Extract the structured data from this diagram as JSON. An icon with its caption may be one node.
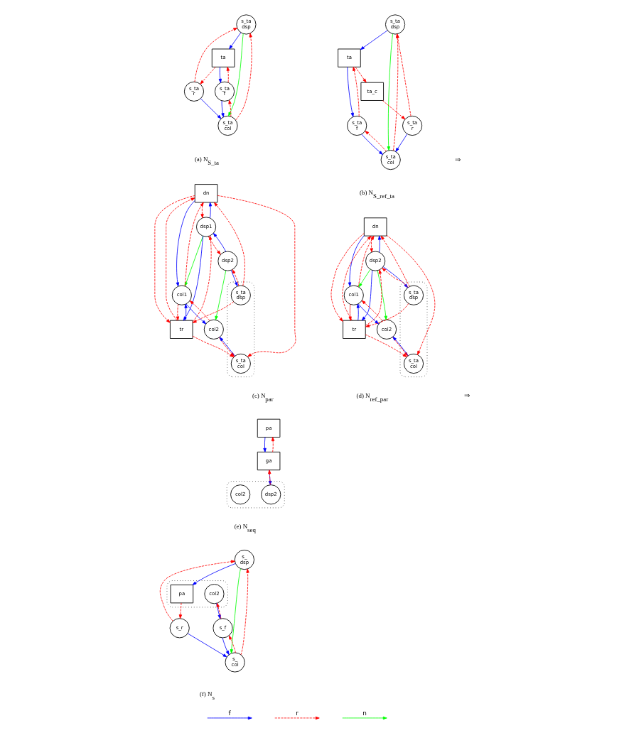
{
  "diagram": {
    "nodes": [
      {
        "text": [
          "s_ta dsp"
        ]
      },
      {
        "text": [
          "ta"
        ]
      },
      {
        "text": [
          "s_ta f"
        ]
      },
      {
        "text": [
          "s_ta r"
        ]
      },
      {
        "text": [
          "s_ta col"
        ]
      },
      {
        "text": [
          "s_ta dsp"
        ]
      },
      {
        "text": [
          "ta"
        ]
      },
      {
        "text": [
          "s_ta f"
        ]
      },
      {
        "text": [
          "ta_c"
        ]
      },
      {
        "text": [
          "s_ta r"
        ]
      },
      {
        "text": [
          "s_ta col"
        ]
      },
      {
        "text": [
          "dn"
        ]
      },
      {
        "text": [
          "dsp1"
        ]
      },
      {
        "text": [
          "col1"
        ]
      },
      {
        "text": [
          "dsp2"
        ]
      },
      {
        "text": [
          "tr"
        ]
      },
      {
        "text": [
          "col2"
        ]
      },
      {
        "text": [],
        "shape": "ellipse"
      },
      {
        "text": [
          "s_ta dsp"
        ],
        "in": 17
      },
      {
        "text": [
          "s_ta col"
        ],
        "in": 17
      },
      {
        "text": [
          "dn"
        ]
      },
      {
        "text": [
          "col1"
        ]
      },
      {
        "text": [
          "dsp2"
        ]
      },
      {
        "text": [
          "tr"
        ]
      },
      {
        "text": [
          "col2"
        ]
      },
      {
        "text": [],
        "shape": "ellipse"
      },
      {
        "text": [
          "s_ta dsp"
        ],
        "in": 25
      },
      {
        "text": [
          "s_ta col"
        ],
        "in": 25
      },
      {
        "text": [
          "pa"
        ]
      },
      {
        "text": [
          "ga"
        ]
      },
      {
        "text": [],
        "shape": "ellipse"
      },
      {
        "text": [
          "dsp2"
        ],
        "in": 30
      },
      {
        "text": [
          "col2"
        ],
        "in": 30
      },
      {
        "text": [
          "s_ dsp"
        ]
      },
      {
        "text": [],
        "shape": "ellipse"
      },
      {
        "text": [
          "pa"
        ],
        "in": 34
      },
      {
        "text": [
          "col2"
        ],
        "in": 34
      },
      {
        "text": [
          "s_f"
        ]
      },
      {
        "text": [
          "s_ col"
        ]
      },
      {
        "text": [
          "s_r"
        ]
      }
    ],
    "edges": [
      {
        "from": 0,
        "to": 1,
        "arrow": "to",
        "color": "#0000ff"
      },
      {
        "from": 1,
        "to": 2,
        "arrow": "to",
        "color": "#0000ff"
      },
      {
        "from": 2,
        "to": 4,
        "arrow": "to",
        "color": "#0000ff"
      },
      {
        "from": 3,
        "to": 4,
        "arrow": "to",
        "color": "#0000ff"
      },
      {
        "from": 0,
        "to": 4,
        "arrow": "to",
        "color": "#00ff00"
      },
      {
        "from": 4,
        "to": 2,
        "arrow": "to",
        "style": "dashed"
      },
      {
        "from": 2,
        "to": 1,
        "arrow": "to",
        "style": "dashed"
      },
      {
        "from": 1,
        "to": 3,
        "arrow": "to",
        "style": "dashed"
      },
      {
        "from": 3,
        "to": 0,
        "arrow": "to",
        "style": "dashed"
      },
      {
        "from": 4,
        "to": 0,
        "arrow": "to",
        "style": "dashed"
      },
      {
        "from": 5,
        "to": 6,
        "arrow": "to",
        "color": "#0000ff"
      },
      {
        "from": 6,
        "to": 7,
        "arrow": "to",
        "color": "#0000ff"
      },
      {
        "from": 7,
        "to": 10,
        "arrow": "to",
        "color": "#0000ff"
      },
      {
        "from": 9,
        "to": 10,
        "arrow": "to",
        "color": "#0000ff"
      },
      {
        "from": 5,
        "to": 10,
        "arrow": "to",
        "color": "#00ff00"
      },
      {
        "from": 10,
        "to": 7,
        "arrow": "to",
        "style": "dashed"
      },
      {
        "from": 7,
        "to": 6,
        "arrow": "to",
        "style": "dashed"
      },
      {
        "from": 6,
        "to": 8,
        "arrow": "to",
        "style": "dashed"
      },
      {
        "from": 8,
        "to": 9,
        "arrow": "to",
        "style": "dashed"
      },
      {
        "from": 9,
        "to": 5,
        "arrow": "to",
        "style": "dashed"
      },
      {
        "from": 10,
        "to": 5,
        "arrow": "to",
        "style": "dashed"
      },
      {
        "from": 14,
        "to": 12,
        "arrow": "to",
        "color": "#0000ff"
      },
      {
        "from": 12,
        "to": 11,
        "arrow": "to",
        "color": "#0000ff"
      },
      {
        "from": 12,
        "to": 15,
        "arrow": "to",
        "color": "#0000ff"
      },
      {
        "from": 11,
        "to": 13,
        "arrow": "to",
        "color": "#0000ff"
      },
      {
        "from": 15,
        "to": 13,
        "arrow": "to",
        "color": "#0000ff"
      },
      {
        "from": 13,
        "to": 16,
        "arrow": "to",
        "color": "#0000ff"
      },
      {
        "from": 14,
        "to": 18,
        "arrow": "to",
        "color": "#0000ff"
      },
      {
        "from": 19,
        "to": 16,
        "arrow": "to",
        "color": "#0000ff"
      },
      {
        "from": 12,
        "to": 13,
        "arrow": "to",
        "color": "#00ff00"
      },
      {
        "from": 14,
        "to": 16,
        "arrow": "to",
        "color": "#00ff00"
      },
      {
        "from": 11,
        "to": 12,
        "arrow": "to",
        "style": "dashed"
      },
      {
        "from": 12,
        "to": 14,
        "arrow": "to",
        "style": "dashed"
      },
      {
        "from": 15,
        "to": 12,
        "arrow": "to",
        "style": "dashed"
      },
      {
        "from": 18,
        "to": 11,
        "arrow": "to",
        "style": "dashed"
      },
      {
        "from": 18,
        "to": 15,
        "arrow": "to",
        "style": "dashed"
      },
      {
        "from": 18,
        "to": 14,
        "arrow": "to",
        "style": "dashed"
      },
      {
        "from": 11,
        "to": 15,
        "arrow": "to",
        "style": "dashed"
      },
      {
        "from": 15,
        "to": 11,
        "arrow": "to",
        "style": "dashed"
      },
      {
        "from": 13,
        "to": 11,
        "arrow": "to",
        "style": "dashed"
      },
      {
        "from": 13,
        "to": 15,
        "arrow": "to",
        "style": "dashed"
      },
      {
        "from": 11,
        "to": 19,
        "arrow": "to",
        "style": "dashed"
      },
      {
        "from": 15,
        "to": 19,
        "arrow": "to",
        "style": "dashed"
      },
      {
        "from": 16,
        "to": 13,
        "arrow": "to",
        "style": "dashed"
      },
      {
        "from": 16,
        "to": 19,
        "arrow": "to",
        "style": "dashed"
      },
      {
        "from": 22,
        "to": 20,
        "arrow": "to",
        "color": "#0000ff"
      },
      {
        "from": 20,
        "to": 21,
        "arrow": "to",
        "color": "#0000ff"
      },
      {
        "from": 22,
        "to": 23,
        "arrow": "to",
        "color": "#0000ff"
      },
      {
        "from": 23,
        "to": 21,
        "arrow": "to",
        "color": "#0000ff"
      },
      {
        "from": 21,
        "to": 24,
        "arrow": "to",
        "color": "#0000ff"
      },
      {
        "from": 22,
        "to": 26,
        "arrow": "to",
        "color": "#0000ff"
      },
      {
        "from": 27,
        "to": 24,
        "arrow": "to",
        "color": "#0000ff"
      },
      {
        "from": 22,
        "to": 21,
        "arrow": "to",
        "color": "#00ff00"
      },
      {
        "from": 22,
        "to": 24,
        "arrow": "to",
        "color": "#00ff00"
      },
      {
        "from": 20,
        "to": 22,
        "arrow": "to",
        "style": "dashed"
      },
      {
        "from": 23,
        "to": 22,
        "arrow": "to",
        "style": "dashed"
      },
      {
        "from": 26,
        "to": 22,
        "arrow": "to",
        "style": "dashed"
      },
      {
        "from": 26,
        "to": 20,
        "arrow": "to",
        "style": "dashed"
      },
      {
        "from": 26,
        "to": 23,
        "arrow": "to",
        "style": "dashed"
      },
      {
        "from": 20,
        "to": 23,
        "arrow": "to",
        "style": "dashed"
      },
      {
        "from": 23,
        "to": 20,
        "arrow": "to",
        "style": "dashed"
      },
      {
        "from": 21,
        "to": 20,
        "arrow": "to",
        "style": "dashed"
      },
      {
        "from": 21,
        "to": 23,
        "arrow": "to"
      },
      {
        "from": 20,
        "to": 27,
        "arrow": "to",
        "style": "dashed"
      },
      {
        "from": 23,
        "to": 27,
        "arrow": "to",
        "style": "dashed"
      },
      {
        "from": 24,
        "to": 21,
        "arrow": "to",
        "style": "dashed"
      },
      {
        "from": 24,
        "to": 27,
        "arrow": "to",
        "style": "dashed"
      },
      {
        "from": 28,
        "to": 29,
        "arrow": "to",
        "color": "#0000ff"
      },
      {
        "from": 29,
        "to": 31,
        "arrow": "to",
        "color": "#0000ff"
      },
      {
        "from": 29,
        "to": 28,
        "arrow": "to",
        "style": "dashed"
      },
      {
        "from": 31,
        "to": 29,
        "arrow": "to",
        "style": "dashed"
      },
      {
        "from": 33,
        "to": 35,
        "arrow": "to",
        "color": "#0000ff"
      },
      {
        "from": 36,
        "to": 37,
        "arrow": "to",
        "color": "#0000ff"
      },
      {
        "from": 37,
        "to": 38,
        "arrow": "to",
        "color": "#0000ff"
      },
      {
        "from": 39,
        "to": 38,
        "arrow": "to",
        "color": "#0000ff"
      },
      {
        "from": 33,
        "to": 38,
        "arrow": "to",
        "color": "#00ff00"
      },
      {
        "from": 38,
        "to": 37,
        "arrow": "to",
        "style": "dashed"
      },
      {
        "from": 37,
        "to": 36,
        "arrow": "to",
        "style": "dashed"
      },
      {
        "from": 35,
        "to": 39,
        "arrow": "to",
        "style": "dashed"
      },
      {
        "from": 39,
        "to": 33,
        "arrow": "to",
        "style": "dashed"
      },
      {
        "from": 38,
        "to": 33,
        "arrow": "to",
        "style": "dashed"
      }
    ],
    "labels": [
      "⇒",
      "(a) N$_{S_ta}$",
      "(b) N$_{S_ref_ta}$",
      "⇒",
      "(c) N$_{par}$",
      "(d) N$_{ref_par}$",
      "(e) N$_{seq}$",
      "(f) N$_{s}$"
    ],
    "legend": [
      {
        "text": "f"
      },
      {
        "text": "r"
      },
      {
        "text": "n"
      }
    ]
  }
}
